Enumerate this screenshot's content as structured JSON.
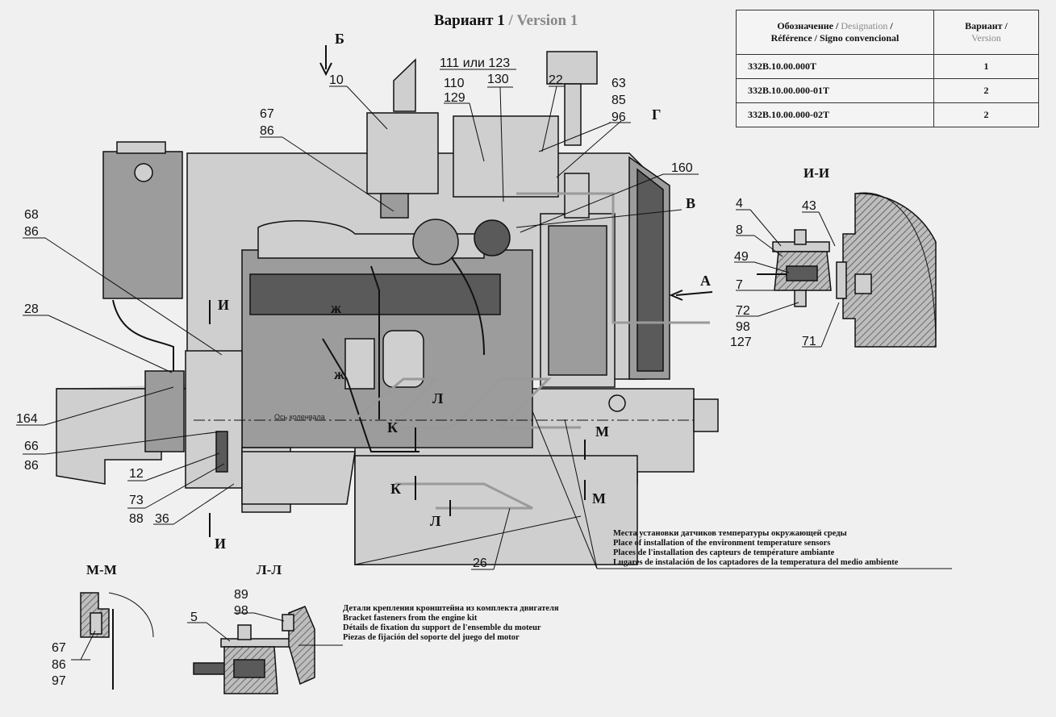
{
  "title": {
    "ru": "Вариант 1",
    "sep": " / ",
    "en": "Version 1"
  },
  "table": {
    "header_designation": {
      "ru": "Обозначение",
      "en": "Designation",
      "fr_es": "Référence / Signo convencional"
    },
    "header_variant": {
      "ru": "Вариант /",
      "en": "Version"
    },
    "rows": [
      {
        "designation": "332B.10.00.000T",
        "variant": "1"
      },
      {
        "designation": "332B.10.00.000-01T",
        "variant": "2"
      },
      {
        "designation": "332B.10.00.000-02T",
        "variant": "2"
      }
    ]
  },
  "callouts": {
    "c10": "10",
    "c111": "111 или 123",
    "c110": "110",
    "c129": "129",
    "c130": "130",
    "c22": "22",
    "c63": "63",
    "c85": "85",
    "c96": "96",
    "c67": "67",
    "c86": "86",
    "c160": "160",
    "c68": "68",
    "c86b": "86",
    "c28": "28",
    "c164": "164",
    "c66": "66",
    "c86c": "86",
    "c12": "12",
    "c73": "73",
    "c88": "88",
    "c36": "36",
    "c26": "26",
    "c4": "4",
    "c43": "43",
    "c8": "8",
    "c49": "49",
    "c7": "7",
    "c72": "72",
    "c98": "98",
    "c127": "127",
    "c71": "71",
    "c67b": "67",
    "c86d": "86",
    "c97": "97",
    "c89": "89",
    "c98b": "98",
    "c5": "5"
  },
  "view_marks": {
    "b": "Б",
    "g": "Г",
    "v": "В",
    "a": "А",
    "i1": "И",
    "i2": "И",
    "zh1": "ж",
    "zh2": "ж",
    "k1": "К",
    "k2": "К",
    "l1": "Л",
    "l2": "Л",
    "m1": "М",
    "m2": "М"
  },
  "crankshaft_axis": "Ось коленвала",
  "section_titles": {
    "ii": "И-И",
    "mm": "М-М",
    "ll": "Л-Л"
  },
  "sensor_note": [
    "Места установки датчиков температуры окружающей среды",
    "Place of installation of the environment temperature sensors",
    "Places de l'installation des capteurs de température ambiante",
    "Lugares de instalación de los captadores de la temperatura del medio ambiente"
  ],
  "bracket_note": [
    "Детали крепления кронштейна из комплекта двигателя",
    "Bracket fasteners from the engine kit",
    "Détails de fixation du support de l'ensemble du moteur",
    "Piezas de fijación del soporte del juego del motor"
  ]
}
